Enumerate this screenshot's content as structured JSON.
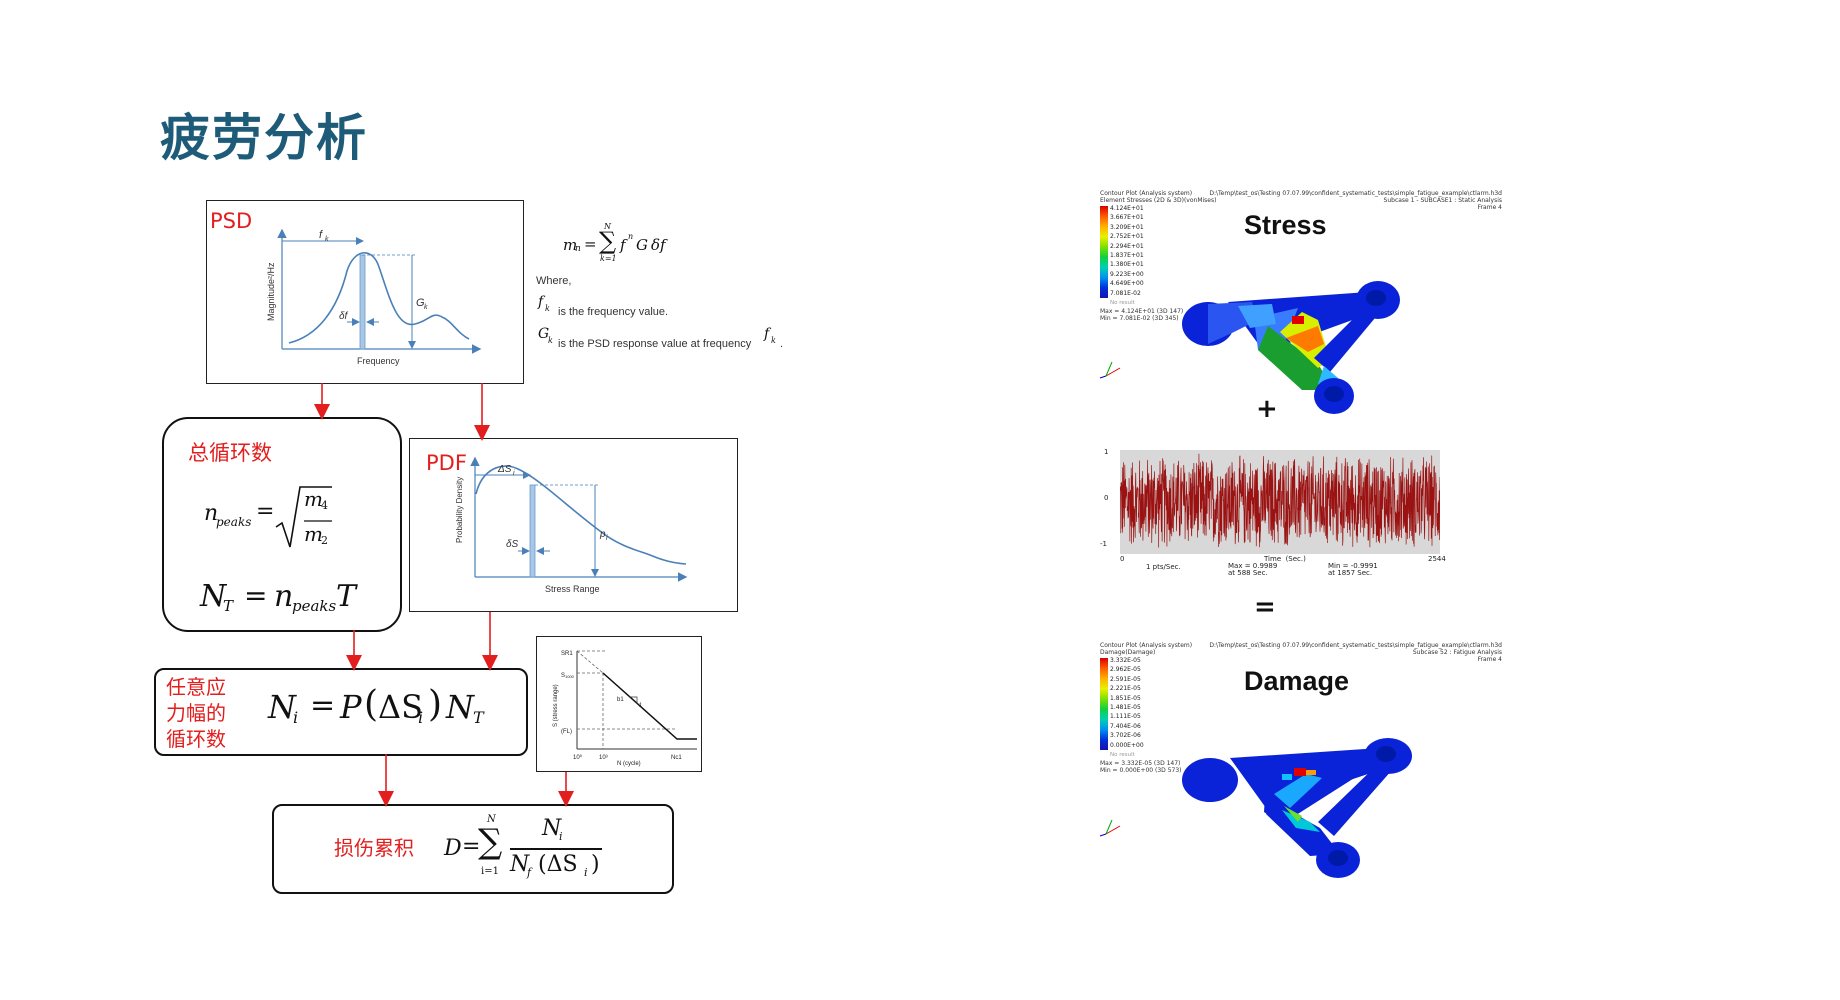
{
  "title": "疲劳分析",
  "psd": {
    "label": "PSD",
    "xlabel": "Frequency",
    "ylabel": "Magnitude²/Hz",
    "fk": "f",
    "fk_sub": "k",
    "gk": "G",
    "gk_sub": "k",
    "df": "δf"
  },
  "moment": {
    "lhs": "m",
    "lhs_sub": "n",
    "sum_top": "N",
    "sum_bottom": "k=1",
    "rhs": "f",
    "rhs_sup": "n",
    "rhs_mid": "G",
    "rhs_end": "δf",
    "where": "Where,",
    "fk_desc": "is the frequency value.",
    "gk_desc": "is the PSD response value at frequency",
    "period": "."
  },
  "total_cycles": {
    "label": "总循环数",
    "npeaks": "n",
    "npeaks_sub": "peaks",
    "m4": "m",
    "m4_sub": "4",
    "m2": "m",
    "m2_sub": "2",
    "nt_lhs": "N",
    "nt_lhs_sub": "T",
    "nt_rhs": "n",
    "nt_rhs_sub": "peaks",
    "nt_t": "T"
  },
  "pdf": {
    "label": "PDF",
    "xlabel": "Stress Range",
    "ylabel": "Probability Density",
    "ds_i": "ΔS",
    "ds_i_sub": "i",
    "ds": "δS",
    "pi": "p",
    "pi_sub": "i"
  },
  "cycles_at_range": {
    "label_line1": "任意应",
    "label_line2": "力幅的",
    "label_line3": "循环数",
    "n_lhs": "N",
    "n_lhs_sub": "i",
    "p": "P",
    "ds": "ΔS",
    "ds_sub": "i",
    "nt": "N",
    "nt_sub": "T"
  },
  "sn_curve": {
    "sr1": "SR1",
    "s1000": "S",
    "s1000_sub": "1000",
    "fl": "(FL)",
    "b1": "b1",
    "one": "1",
    "ylabel": "S (stress range)",
    "xlabel": "N (cycle)",
    "x1": "10⁰",
    "x2": "10³",
    "x3": "Nc1"
  },
  "damage": {
    "label": "损伤累积",
    "d": "D",
    "sum_top": "N",
    "sum_bottom": "i=1",
    "num": "N",
    "num_sub": "i",
    "den": "N",
    "den_sub": "f",
    "den_arg": "(ΔS",
    "den_arg_sub": "i",
    "den_close": ")"
  },
  "stress_plot": {
    "header_left1": "Contour Plot (Analysis system)",
    "header_left2": "Element Stresses (2D & 3D)(vonMises)",
    "header_right1": "D:\\Temp\\test_os\\Testing 07.07.99\\confident_systematic_tests\\simple_fatigue_example\\ctlarm.h3d",
    "header_right2": "Subcase 1 - SUBCASE1 : Static Analysis",
    "header_right3": "Frame 4",
    "title": "Stress",
    "legend": [
      "4.124E+01",
      "3.667E+01",
      "3.209E+01",
      "2.752E+01",
      "2.294E+01",
      "1.837E+01",
      "1.380E+01",
      "9.223E+00",
      "4.649E+00",
      "7.081E-02"
    ],
    "no_result": "No result",
    "max": "Max = 4.124E+01 (3D 147)",
    "min": "Min = 7.081E-02 (3D 345)"
  },
  "plus": "+",
  "time_series": {
    "ymax": "1",
    "ymid": "0",
    "ymin": "-1",
    "xmin": "0",
    "xmax": "2544",
    "xlabel": "Time  (Sec.)",
    "rate": "1 pts/Sec.",
    "max_line1": "Max = 0.9989",
    "max_line2": "at 588 Sec.",
    "min_line1": "Min = -0.9991",
    "min_line2": "at 1857 Sec."
  },
  "equals": "=",
  "damage_plot": {
    "header_left1": "Contour Plot (Analysis system)",
    "header_left2": "Damage(Damage)",
    "header_right1": "D:\\Temp\\test_os\\Testing 07.07.99\\confident_systematic_tests\\simple_fatigue_example\\ctlarm.h3d",
    "header_right2": "Subcase 52 : Fatigue Analysis",
    "header_right3": "Frame 4",
    "title": "Damage",
    "legend": [
      "3.332E-05",
      "2.962E-05",
      "2.591E-05",
      "2.221E-05",
      "1.851E-05",
      "1.481E-05",
      "1.111E-05",
      "7.404E-06",
      "3.702E-06",
      "0.000E+00"
    ],
    "no_result": "No result",
    "max": "Max = 3.332E-05 (3D 147)",
    "min": "Min = 0.000E+00 (3D 573)"
  },
  "colors": {
    "title": "#1d5b78",
    "red_label": "#e21e1e",
    "arrow": "#e21e1e",
    "curve": "#4a80b8",
    "signal": "#9b1212"
  }
}
